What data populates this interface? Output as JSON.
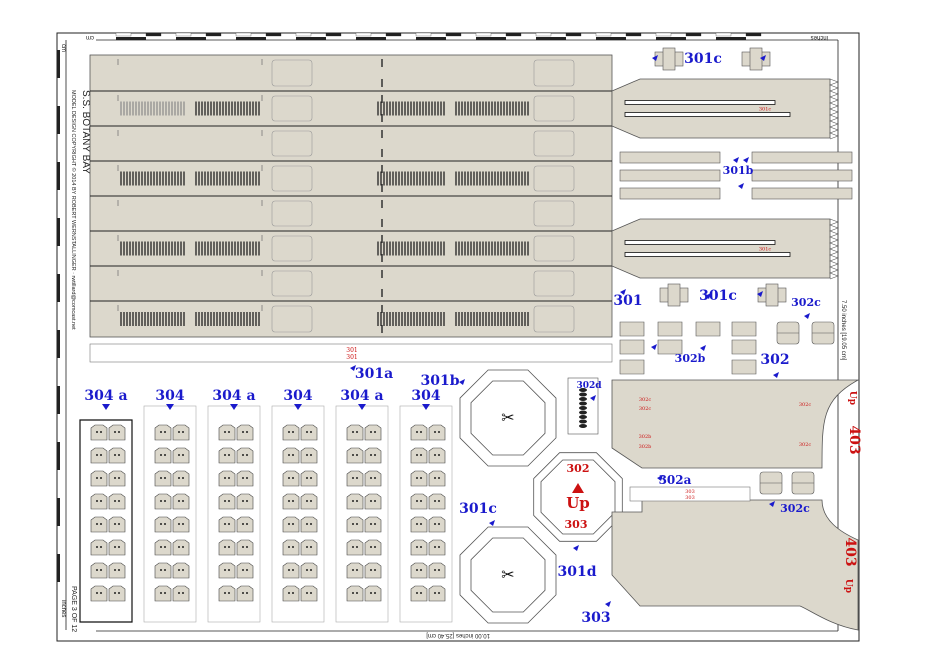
{
  "colors": {
    "part_fill": "#dcd8cc",
    "part_stroke": "#555555",
    "label_blue": "#1a1acc",
    "label_red": "#cc1111",
    "line": "#222222"
  },
  "ruler": {
    "top_left_unit": "cm",
    "top_right_unit": "inches",
    "left_top_unit": "cm",
    "left_bottom_unit": "inches",
    "bottom_scale": "10.00 inches [25.40 cm]",
    "right_scale": "7.50 inches [19.05 cm]"
  },
  "credit": {
    "title": "S.S. BOTANY BAY",
    "line1": "MODEL DESIGN COPYRIGHT © 2014 BY ROBERT WERNSTALLINGER · rwtillard@comcast.net"
  },
  "page_label": "PAGE 3 OF 12",
  "parts": {
    "p301": "301",
    "p301a": "301a",
    "p301b": "301b",
    "p301c": "301c",
    "p301d": "301d",
    "p302": "302",
    "p302a": "302a",
    "p302b": "302b",
    "p302c": "302c",
    "p302d": "302d",
    "p303": "303",
    "p304": "304",
    "p304a": "304 a",
    "p403": "403",
    "up": "Up"
  }
}
